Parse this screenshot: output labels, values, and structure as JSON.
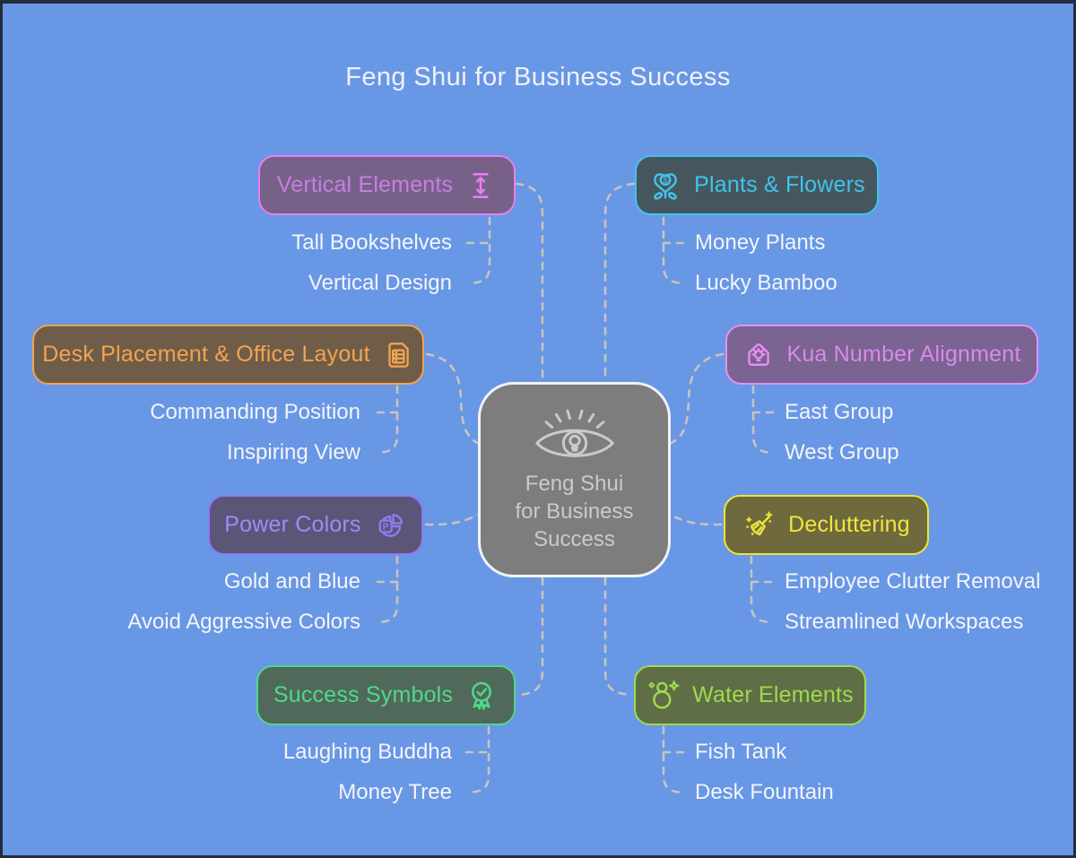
{
  "title": "Feng Shui for Business Success",
  "canvas": {
    "bg": "#6897e6",
    "frame_border": "#242d3c"
  },
  "connector": {
    "color": "#c8c4bb",
    "style": "dashed"
  },
  "center": {
    "lines": [
      "Feng Shui",
      "for Business",
      "Success"
    ],
    "icon": "eye-lightbulb-icon",
    "bg": "#7d7d7d",
    "border": "#f2f3f5",
    "text": "#c9cacc"
  },
  "branches": [
    {
      "label": "Vertical Elements",
      "icon": "vertical-arrows-icon",
      "side": "left",
      "accent": "#e87ff0",
      "text": "#c77ee0",
      "bg": "#776189",
      "children": [
        "Tall Bookshelves",
        "Vertical Design"
      ]
    },
    {
      "label": "Plants & Flowers",
      "icon": "money-plant-icon",
      "side": "right",
      "accent": "#40c4e8",
      "text": "#40c4e8",
      "bg": "#46565f",
      "children": [
        "Money Plants",
        "Lucky Bamboo"
      ]
    },
    {
      "label": "Desk Placement & Office Layout",
      "icon": "document-grid-icon",
      "side": "left",
      "accent": "#f2a44e",
      "text": "#f2a44e",
      "bg": "#6f5d49",
      "children": [
        "Commanding Position",
        "Inspiring View"
      ]
    },
    {
      "label": "Kua Number Alignment",
      "icon": "house-lightbulb-icon",
      "side": "right",
      "accent": "#ea8ef2",
      "text": "#d98ae8",
      "bg": "#7b6392",
      "children": [
        "East Group",
        "West Group"
      ]
    },
    {
      "label": "Power Colors",
      "icon": "powerpoint-pie-icon",
      "side": "left",
      "accent": "#8d7af0",
      "text": "#9d8cf8",
      "bg": "#5b5577",
      "children": [
        "Gold and Blue",
        "Avoid Aggressive Colors"
      ]
    },
    {
      "label": "Decluttering",
      "icon": "broom-sparkle-icon",
      "side": "right",
      "accent": "#f0e438",
      "text": "#f2e63c",
      "bg": "#6e6a3e",
      "children": [
        "Employee Clutter Removal",
        "Streamlined Workspaces"
      ]
    },
    {
      "label": "Success Symbols",
      "icon": "award-check-icon",
      "side": "left",
      "accent": "#4fd98c",
      "text": "#4fd98c",
      "bg": "#50695a",
      "children": [
        "Laughing Buddha",
        "Money Tree"
      ]
    },
    {
      "label": "Water Elements",
      "icon": "ring-sparkle-icon",
      "side": "right",
      "accent": "#9fdb4a",
      "text": "#9fdb4a",
      "bg": "#5f6e47",
      "children": [
        "Fish Tank",
        "Desk Fountain"
      ]
    }
  ]
}
